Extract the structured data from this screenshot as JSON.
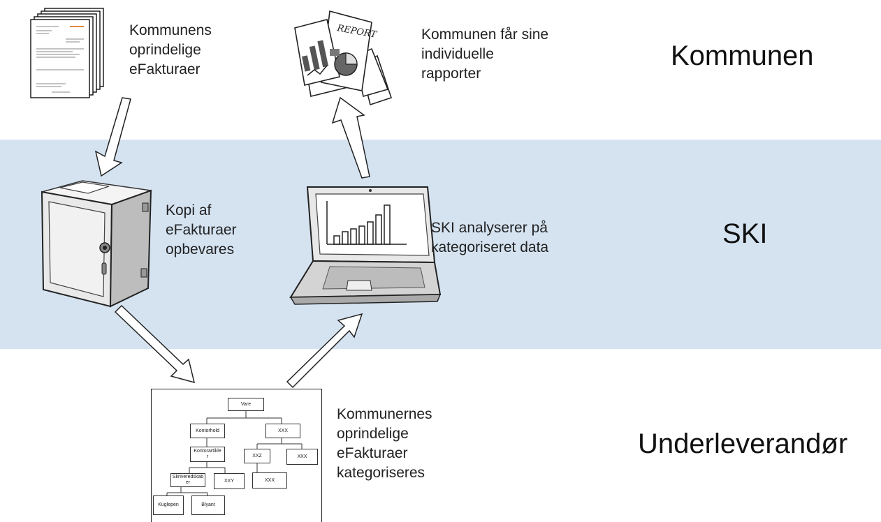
{
  "zones": {
    "top": "Kommunen",
    "middle": "SKI",
    "bottom": "Underleverandør"
  },
  "labels": {
    "invoices": "Kommunens\noprindelige\neFakturaer",
    "reports": "Kommunen får sine\nindividuelle\nrapporter",
    "safe": "Kopi af\neFakturaer\nopbevares",
    "laptop": "SKI analyserer på\nkategoriseret data",
    "categorize": "Kommunernes\noprindelige\neFakturaer\nkategoriseres"
  },
  "report_sign": "REPORT",
  "tree": {
    "vare": "Vare",
    "kontorhold": "Kontorhold",
    "xxx_top": "XXX",
    "kontorartikler": "Kontorartikle\nr",
    "xxz": "XXZ",
    "xxx_right": "XXX",
    "skriveredskaber": "Skriveredskab\ner",
    "xxy": "XXY",
    "xxx_low": "XXX",
    "kuglepen": "Kuglepen",
    "blyant": "Blyant"
  },
  "colors": {
    "band": "#d5e3f1",
    "ink": "#222222"
  },
  "icons": [
    "invoice-stack-icon",
    "report-papers-icon",
    "safe-icon",
    "laptop-chart-icon"
  ]
}
